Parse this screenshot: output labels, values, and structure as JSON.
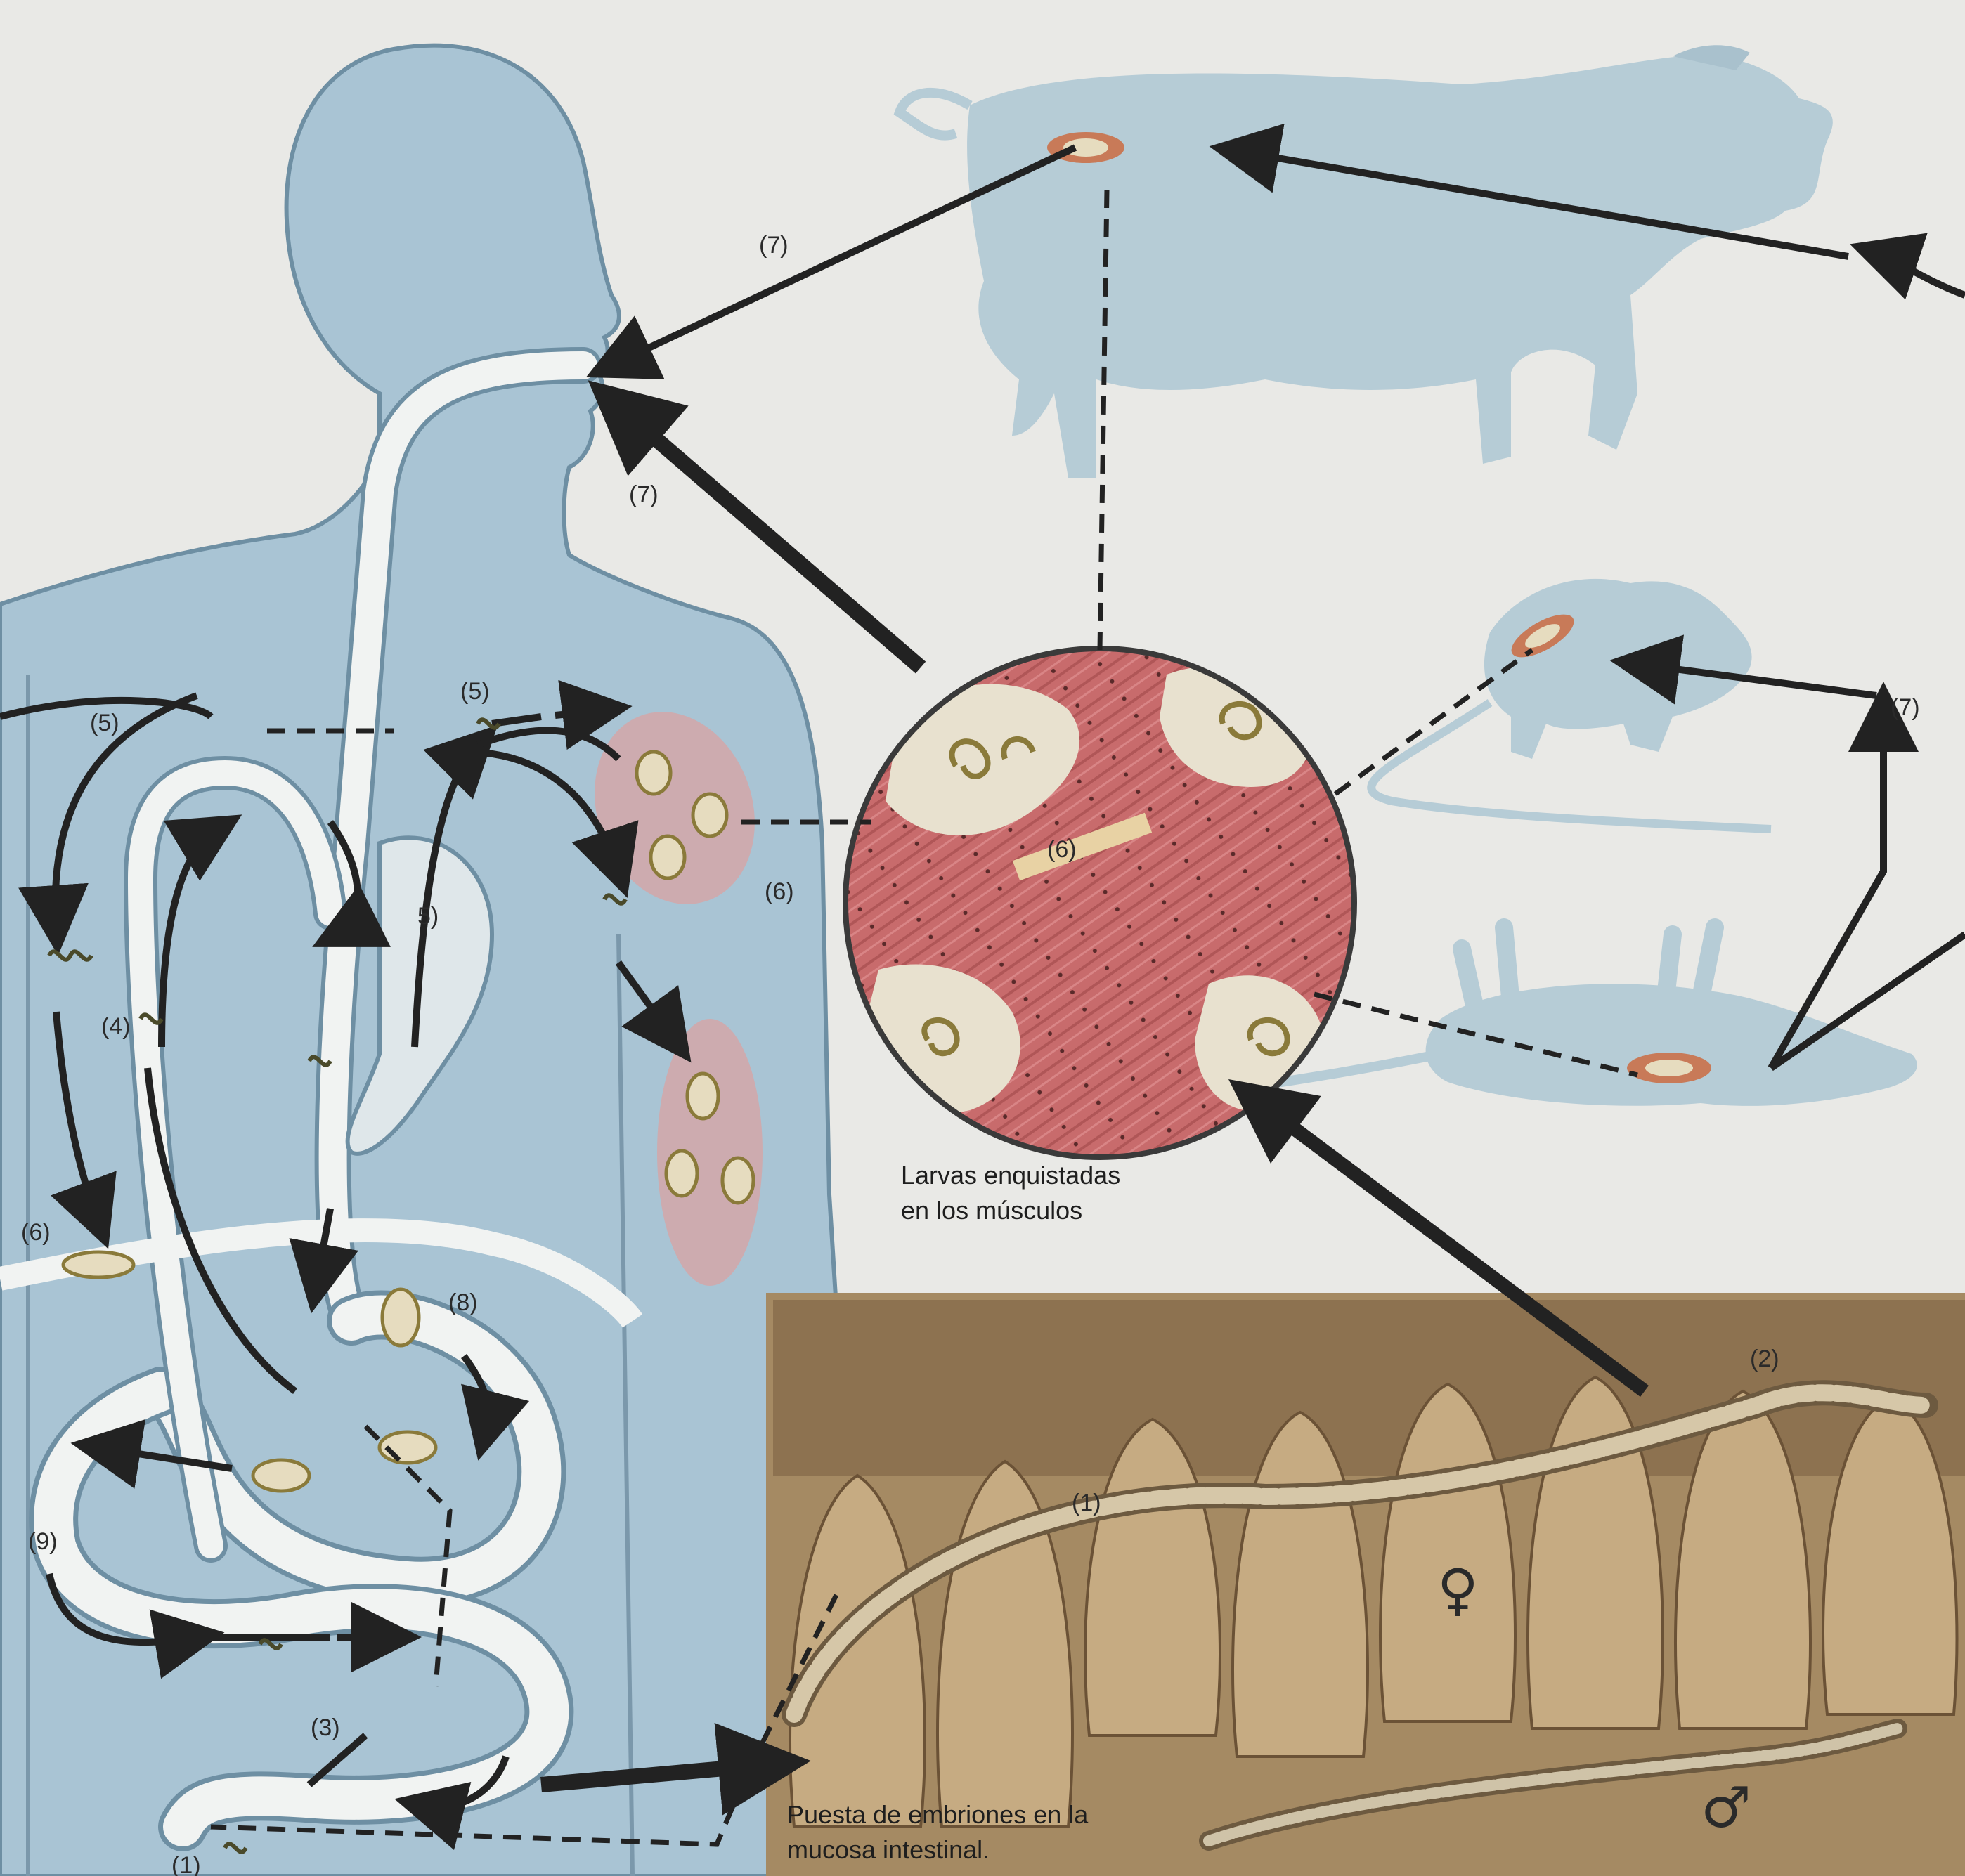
{
  "labels": {
    "mouth_7": "(7)",
    "neck_7": "(7)",
    "left_5": "(5)",
    "shoulder_5": "(5)",
    "heart_5": "5)",
    "left_4": "(4)",
    "left_6": "(6)",
    "arm_6": "(6)",
    "stomach_8": "(8)",
    "left_9": "(9)",
    "intestine_3": "(3)",
    "bottom_1": "(1)",
    "circle_6": "(6)",
    "rat_7": "(7)",
    "gut_1": "(1)",
    "gut_2": "(2)"
  },
  "captions": {
    "encysted_line1": "Larvas enquistadas",
    "encysted_line2": "en los músculos",
    "embryos_line1": "Puesta de embriones en la",
    "embryos_line2": "mucosa intestinal."
  },
  "symbols": {
    "female": "♀",
    "male": "♂"
  },
  "colors": {
    "body": "#a9c4d4",
    "body_outline": "#6e8fa3",
    "animal": "#b6ccd6",
    "muscle": "#c5676a",
    "cyst": "#e8e1cf",
    "larva": "#8a7a3a",
    "intestine": "#a58a63",
    "arrow": "#222222"
  }
}
